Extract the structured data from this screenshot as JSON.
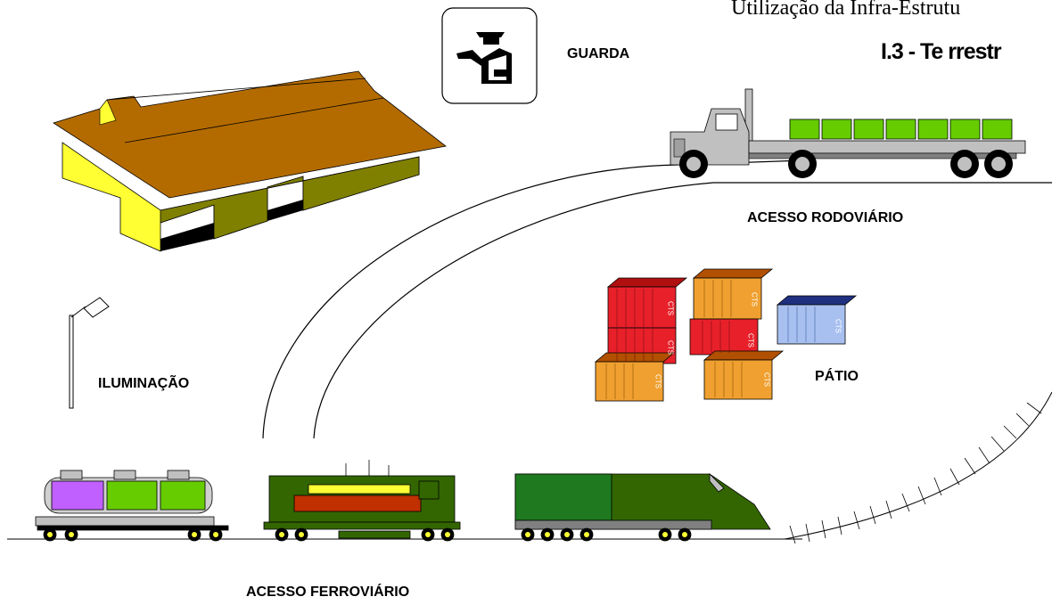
{
  "header": {
    "top_text": "Utilização da Infra-Estrutu",
    "section_title": "I.3 - Te rrestr"
  },
  "labels": {
    "guarda": "GUARDA",
    "acesso_rodoviario": "ACESSO RODOVIÁRIO",
    "patio": "PÁTIO",
    "iluminacao": "ILUMINAÇÃO",
    "acesso_ferroviario": "ACESSO FERROVIÁRIO"
  },
  "container_marking": "CTS",
  "colors": {
    "roof": "#b36b00",
    "warehouse_wall": "#ffff33",
    "warehouse_shade": "#808000",
    "container_red": "#e8202a",
    "container_orange": "#f0a030",
    "container_blue": "#a8c0f0",
    "cargo_green": "#66cc00",
    "cargo_purple": "#c060ff",
    "locomotive_green": "#336600",
    "truck_gray": "#c0c0c0"
  }
}
